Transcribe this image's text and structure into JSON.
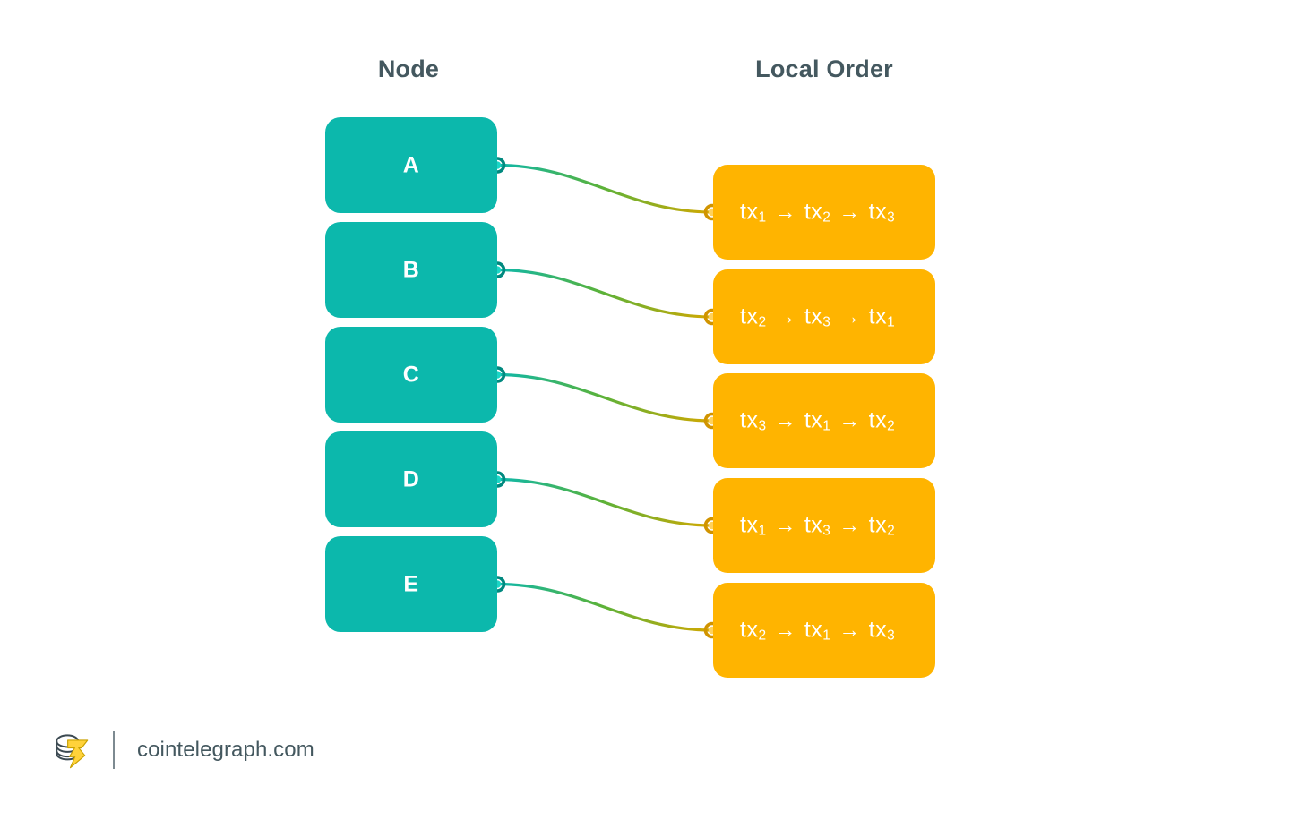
{
  "headings": {
    "node": "Node",
    "local_order": "Local Order"
  },
  "colors": {
    "node_box": "#0cb8ac",
    "node_dot_ring": "#00897f",
    "node_dot_center": "#1ad6c6",
    "order_box": "#ffb400",
    "order_dot_ring": "#d19400",
    "order_dot_center": "#ffd15c",
    "curve_start": "#0cb8ac",
    "curve_mid": "#5ab23a",
    "curve_end": "#d4a800",
    "heading_text": "#44585f",
    "box_text": "#ffffff",
    "background": "#ffffff"
  },
  "rows": [
    {
      "node_label": "A",
      "order_sequence": [
        "tx1",
        "tx2",
        "tx3"
      ],
      "order_text": "tx1 → tx2 → tx3",
      "terms": [
        {
          "base": "tx",
          "sub": "1"
        },
        {
          "base": "tx",
          "sub": "2"
        },
        {
          "base": "tx",
          "sub": "3"
        }
      ]
    },
    {
      "node_label": "B",
      "order_sequence": [
        "tx2",
        "tx3",
        "tx1"
      ],
      "order_text": "tx2 → tx3 → tx1",
      "terms": [
        {
          "base": "tx",
          "sub": "2"
        },
        {
          "base": "tx",
          "sub": "3"
        },
        {
          "base": "tx",
          "sub": "1"
        }
      ]
    },
    {
      "node_label": "C",
      "order_sequence": [
        "tx3",
        "tx1",
        "tx2"
      ],
      "order_text": "tx3 → tx1 → tx2",
      "terms": [
        {
          "base": "tx",
          "sub": "3"
        },
        {
          "base": "tx",
          "sub": "1"
        },
        {
          "base": "tx",
          "sub": "2"
        }
      ]
    },
    {
      "node_label": "D",
      "order_sequence": [
        "tx1",
        "tx3",
        "tx2"
      ],
      "order_text": "tx1 → tx3 → tx2",
      "terms": [
        {
          "base": "tx",
          "sub": "1"
        },
        {
          "base": "tx",
          "sub": "3"
        },
        {
          "base": "tx",
          "sub": "2"
        }
      ]
    },
    {
      "node_label": "E",
      "order_sequence": [
        "tx2",
        "tx1",
        "tx3"
      ],
      "order_text": "tx2 → tx1 → tx3",
      "terms": [
        {
          "base": "tx",
          "sub": "2"
        },
        {
          "base": "tx",
          "sub": "1"
        },
        {
          "base": "tx",
          "sub": "3"
        }
      ]
    }
  ],
  "arrow_glyph": "→",
  "footer": {
    "site": "cointelegraph.com",
    "logo_name": "cointelegraph-coin-stack-bolt-logo"
  }
}
